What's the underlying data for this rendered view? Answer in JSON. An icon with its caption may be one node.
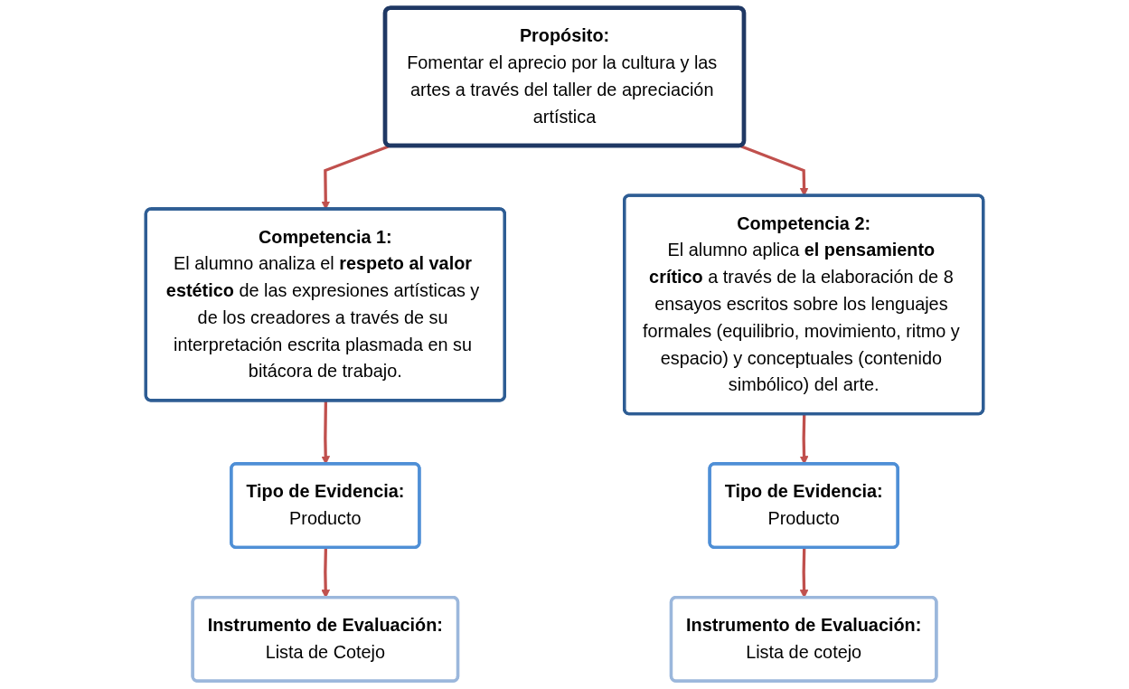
{
  "diagram": {
    "nodes": [
      {
        "text": [
          "Propósito:",
          "Fomentar el aprecio por la cultura y las artes a través del taller de apreciación artística"
        ]
      },
      {
        "text": [
          "Competencia 1:",
          "El alumno analiza el **respeto al valor estético** de las expresiones artísticas y de los creadores a través de su interpretación escrita plasmada en su bitácora de trabajo."
        ]
      },
      {
        "text": [
          "Competencia 2:",
          "El alumno aplica **el pensamiento crítico** a través de la elaboración de 8 ensayos escritos sobre los lenguajes formales (equilibrio, movimiento, ritmo y espacio) y conceptuales (contenido simbólico) del arte."
        ]
      },
      {
        "text": [
          "Tipo de Evidencia:",
          "Producto"
        ]
      },
      {
        "text": [
          "Instrumento de Evaluación:",
          "Lista de Cotejo"
        ]
      },
      {
        "text": [
          "Tipo de Evidencia:",
          "Producto"
        ]
      },
      {
        "text": [
          "Instrumento de Evaluación:",
          "Lista de cotejo"
        ]
      }
    ],
    "edges": [
      {
        "from": 0,
        "to": 1,
        "arrow": "to"
      },
      {
        "from": 0,
        "to": 2,
        "arrow": "to"
      },
      {
        "from": 1,
        "to": 3,
        "arrow": "to"
      },
      {
        "from": 3,
        "to": 4,
        "arrow": "to"
      },
      {
        "from": 2,
        "to": 5,
        "arrow": "to"
      },
      {
        "from": 5,
        "to": 6,
        "arrow": "to"
      }
    ]
  }
}
